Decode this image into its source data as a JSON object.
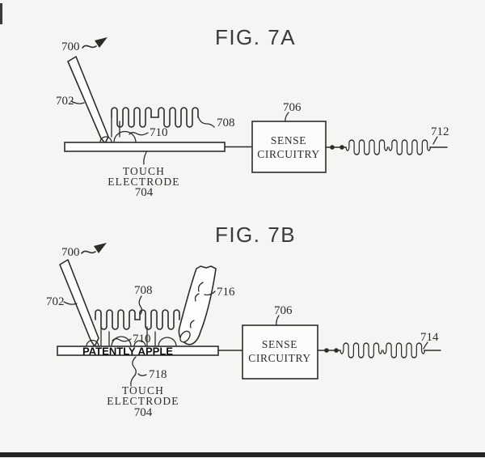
{
  "colors": {
    "background": "#f5f5f3",
    "ink": "#2e2c29",
    "edge_border": "#242424"
  },
  "fig_7a": {
    "title": "FIG. 7A",
    "ref_700": "700",
    "ref_702": "702",
    "ref_704": "704",
    "ref_706": "706",
    "ref_708": "708",
    "ref_710": "710",
    "ref_712": "712",
    "touch_electrode_line1": "TOUCH",
    "touch_electrode_line2": "ELECTRODE",
    "sense_line1": "SENSE",
    "sense_line2": "CIRCUITRY"
  },
  "fig_7b": {
    "title": "FIG. 7B",
    "ref_700": "700",
    "ref_702": "702",
    "ref_704": "704",
    "ref_706": "706",
    "ref_708": "708",
    "ref_710": "710",
    "ref_714": "714",
    "ref_716": "716",
    "ref_718": "718",
    "watermark": "PATENTLY APPLE",
    "touch_electrode_line1": "TOUCH",
    "touch_electrode_line2": "ELECTRODE",
    "sense_line1": "SENSE",
    "sense_line2": "CIRCUITRY"
  }
}
